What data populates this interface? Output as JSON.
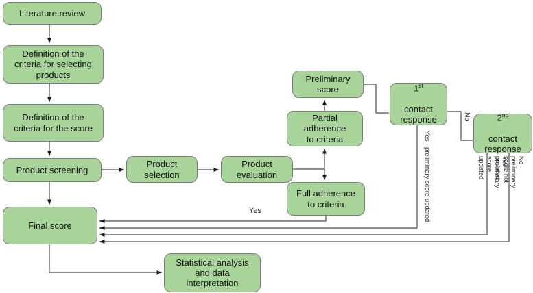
{
  "colors": {
    "node_fill": "#a8d49a",
    "node_border": "#7c7c7c",
    "connector": "#4d4d4d",
    "arrowhead": "#1a1a1a",
    "text": "#111111"
  },
  "nodes": {
    "literature_review": {
      "label": [
        "Literature review"
      ]
    },
    "def_criteria_products": {
      "label": [
        "Definition of the",
        "criteria for selecting",
        "products"
      ]
    },
    "def_criteria_score": {
      "label": [
        "Definition of the",
        "criteria for the score"
      ]
    },
    "product_screening": {
      "label": [
        "Product screening"
      ]
    },
    "final_score": {
      "label": [
        "Final score"
      ]
    },
    "product_selection": {
      "label": [
        "Product",
        "selection"
      ]
    },
    "product_evaluation": {
      "label": [
        "Product",
        "evaluation"
      ]
    },
    "preliminary_score": {
      "label": [
        "Preliminary",
        "score"
      ]
    },
    "partial_adherence": {
      "label": [
        "Partial",
        "adherence",
        "to criteria"
      ]
    },
    "full_adherence": {
      "label": [
        "Full adherence",
        "to criteria"
      ]
    },
    "contact_1": {
      "number": "1",
      "ordinal": "st",
      "lines": [
        "contact",
        "response"
      ]
    },
    "contact_2": {
      "number": "2",
      "ordinal": "nd",
      "lines": [
        "contact",
        "response"
      ]
    },
    "statistical_analysis": {
      "label": [
        "Statistical analysis",
        "and data",
        "interpretation"
      ]
    }
  },
  "edge_labels": {
    "yes": "Yes",
    "no": "No",
    "first_contact_yes": "Yes - preliminary score updated",
    "second_contact_yes": [
      "Yes - preliminary score",
      "updated"
    ],
    "second_contact_no": "No - preliminary score not updated"
  }
}
